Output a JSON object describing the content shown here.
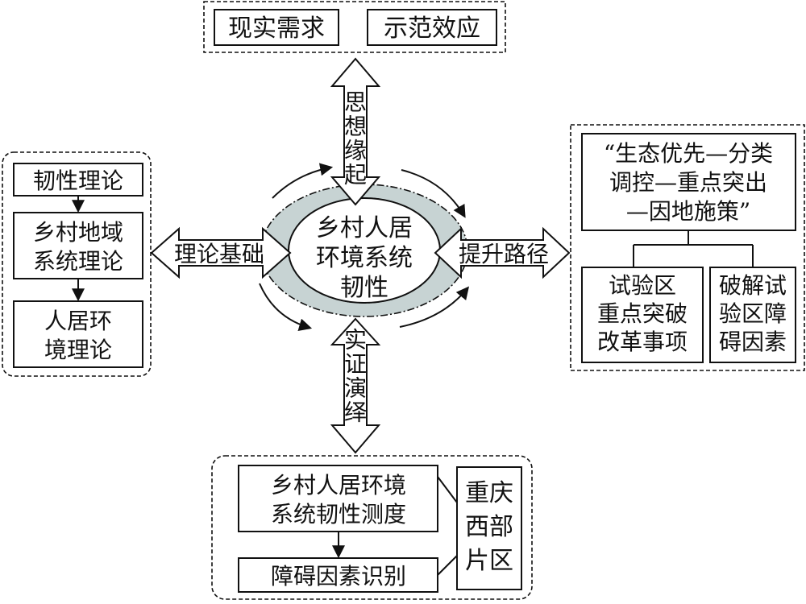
{
  "center": {
    "lines": [
      "乡村人居",
      "环境系统",
      "韧性"
    ]
  },
  "top": {
    "items": [
      "现实需求",
      "示范效应"
    ],
    "arrow_label": "思想缘起"
  },
  "left": {
    "arrow_label": "理论基础",
    "items": [
      "韧性理论",
      "乡村地域",
      "系统理论",
      "人居环",
      "境理论"
    ]
  },
  "right": {
    "arrow_label": "提升路径",
    "strategy_lines": [
      "“生态优先—分类",
      "调控—重点突出",
      "—因地施策”"
    ],
    "sub_left_lines": [
      "试验区",
      "重点突破",
      "改革事项"
    ],
    "sub_right_lines": [
      "破解试",
      "验区障",
      "碍因素"
    ]
  },
  "bottom": {
    "arrow_label": "实证演绎",
    "measure_lines": [
      "乡村人居环境",
      "系统韧性测度"
    ],
    "identify": "障碍因素识别",
    "region_lines": [
      "重庆",
      "西部",
      "片区"
    ]
  },
  "colors": {
    "ring": "#c7d3d3",
    "stroke": "#111111"
  }
}
